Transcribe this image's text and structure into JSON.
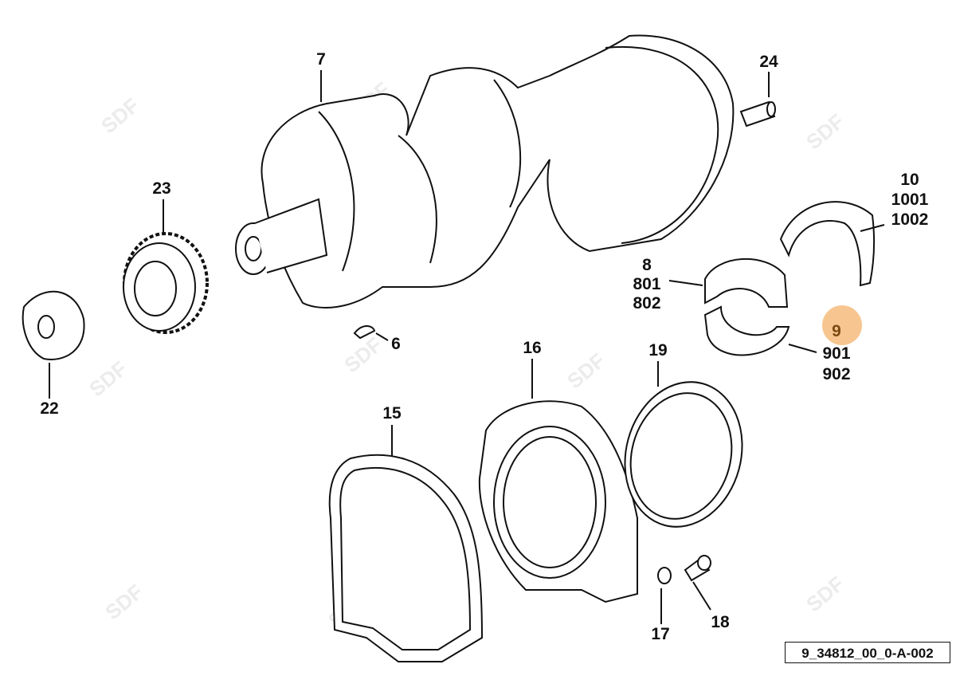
{
  "watermark": "SDF",
  "highlight_color": "#f7c690",
  "highlight_text_color": "#7a4a12",
  "reference_code": "9_34812_00_0-A-002",
  "callouts": {
    "c7": "7",
    "c24": "24",
    "c23": "23",
    "c10": "10",
    "c1001": "1001",
    "c1002": "1002",
    "c8": "8",
    "c801": "801",
    "c802": "802",
    "c9": "9",
    "c901": "901",
    "c902": "902",
    "c6": "6",
    "c16": "16",
    "c19": "19",
    "c22": "22",
    "c15": "15",
    "c17": "17",
    "c18": "18"
  }
}
